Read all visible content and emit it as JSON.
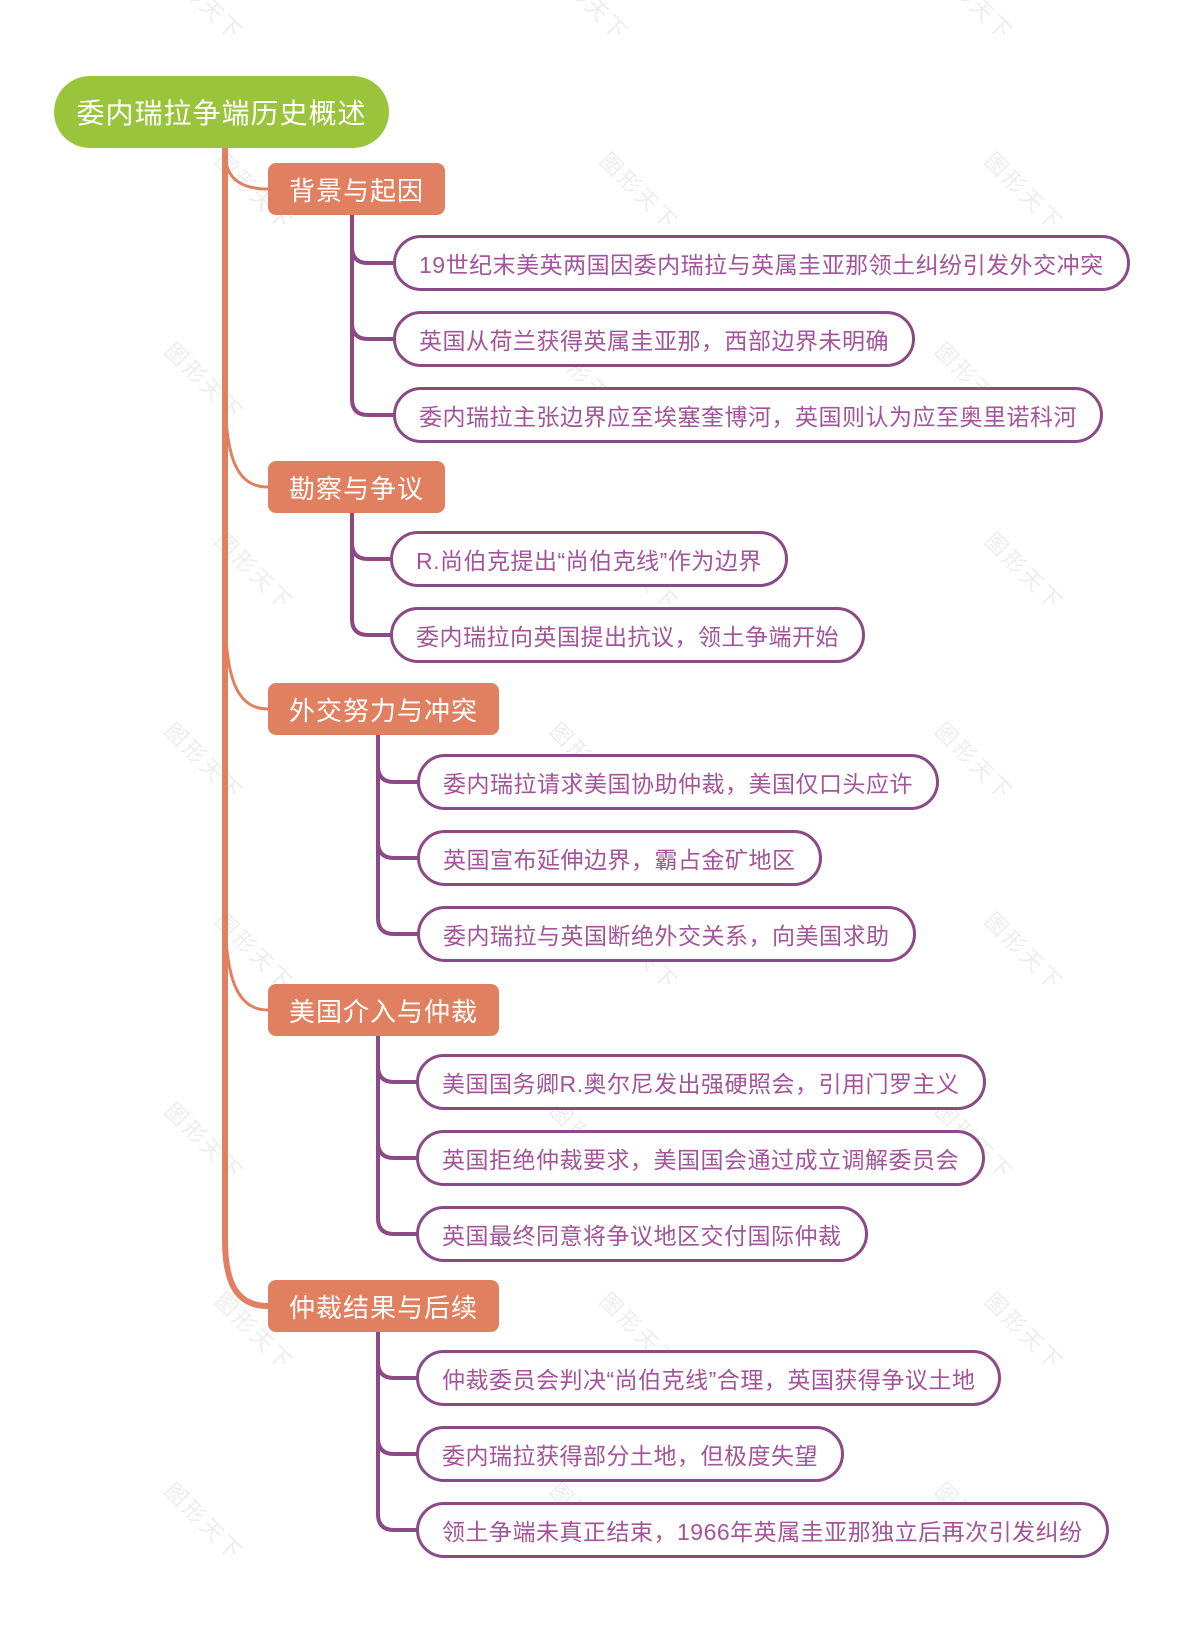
{
  "root": {
    "label": "委内瑞拉争端历史概述"
  },
  "watermark": {
    "text": "图形天下"
  },
  "colors": {
    "root_bg": "#9ac43c",
    "branch_bg": "#e18061",
    "trunk": "#e18061",
    "stem": "#8b4a85",
    "leaf_border": "#8b4a85",
    "leaf_text": "#a3549b"
  },
  "branches": [
    {
      "label": "背景与起因",
      "children": [
        "19世纪末美英两国因委内瑞拉与英属圭亚那领土纠纷引发外交冲突",
        "英国从荷兰获得英属圭亚那，西部边界未明确",
        "委内瑞拉主张边界应至埃塞奎博河，英国则认为应至奥里诺科河"
      ]
    },
    {
      "label": "勘察与争议",
      "children": [
        "R.尚伯克提出“尚伯克线”作为边界",
        "委内瑞拉向英国提出抗议，领土争端开始"
      ]
    },
    {
      "label": "外交努力与冲突",
      "children": [
        "委内瑞拉请求美国协助仲裁，美国仅口头应许",
        "英国宣布延伸边界，霸占金矿地区",
        "委内瑞拉与英国断绝外交关系，向美国求助"
      ]
    },
    {
      "label": "美国介入与仲裁",
      "children": [
        "美国国务卿R.奥尔尼发出强硬照会，引用门罗主义",
        "英国拒绝仲裁要求，美国国会通过成立调解委员会",
        "英国最终同意将争议地区交付国际仲裁"
      ]
    },
    {
      "label": "仲裁结果与后续",
      "children": [
        "仲裁委员会判决“尚伯克线”合理，英国获得争议土地",
        "委内瑞拉获得部分土地，但极度失望",
        "领土争端未真正结束，1966年英属圭亚那独立后再次引发纠纷"
      ]
    }
  ]
}
